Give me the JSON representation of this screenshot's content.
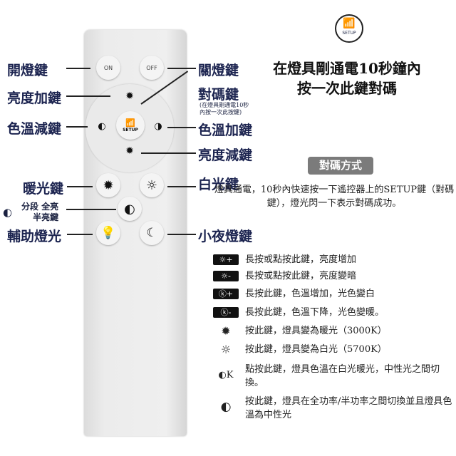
{
  "setup_icon": {
    "label": "SETUP"
  },
  "heading": [
    "在燈具剛通電10秒鐘內",
    "按一次此鍵對碼"
  ],
  "remote": {
    "on": "ON",
    "off": "OFF",
    "setup": "SETUP"
  },
  "left_labels": {
    "on": "開燈鍵",
    "bright_up": "亮度加鍵",
    "ct_down": "色溫減鍵",
    "warm": "暖光鍵",
    "half_a": "分段 全亮",
    "half_b": "半亮鍵",
    "aux": "輔助燈光"
  },
  "right_labels": {
    "off": "關燈鍵",
    "pair": "對碼鍵",
    "pair_note_a": "(在燈具剛通電10秒",
    "pair_note_b": "內按一次此按鍵)",
    "ct_up": "色溫加鍵",
    "bright_down": "亮度減鍵",
    "white": "白光鍵",
    "night": "小夜燈鍵"
  },
  "pairing": {
    "title": "對碼方式",
    "text": "燈具通電，10秒內快速按一下遙控器上的SETUP鍵（對碼鍵），燈光閃一下表示對碼成功。"
  },
  "legend": [
    {
      "icon": "☼+",
      "text": "長按或點按此鍵，亮度增加"
    },
    {
      "icon": "☼-",
      "text": "長按或點按此鍵，亮度變暗"
    },
    {
      "icon": "ⓚ+",
      "text": "長按此鍵，色溫增加，光色變白"
    },
    {
      "icon": "ⓚ-",
      "text": "長按此鍵，色溫下降，光色變暖。"
    },
    {
      "icon": "✹",
      "text": "按此鍵，燈具變為暖光（3000K）"
    },
    {
      "icon": "☼",
      "text": "按此鍵，燈具變為白光（5700K）"
    },
    {
      "icon": "◐K",
      "text": "點按此鍵，燈具色溫在白光暖光，中性光之間切換。"
    },
    {
      "icon": "◐",
      "text": "按此鍵，燈具在全功率/半功率之間切換並且燈具色溫為中性光"
    }
  ]
}
